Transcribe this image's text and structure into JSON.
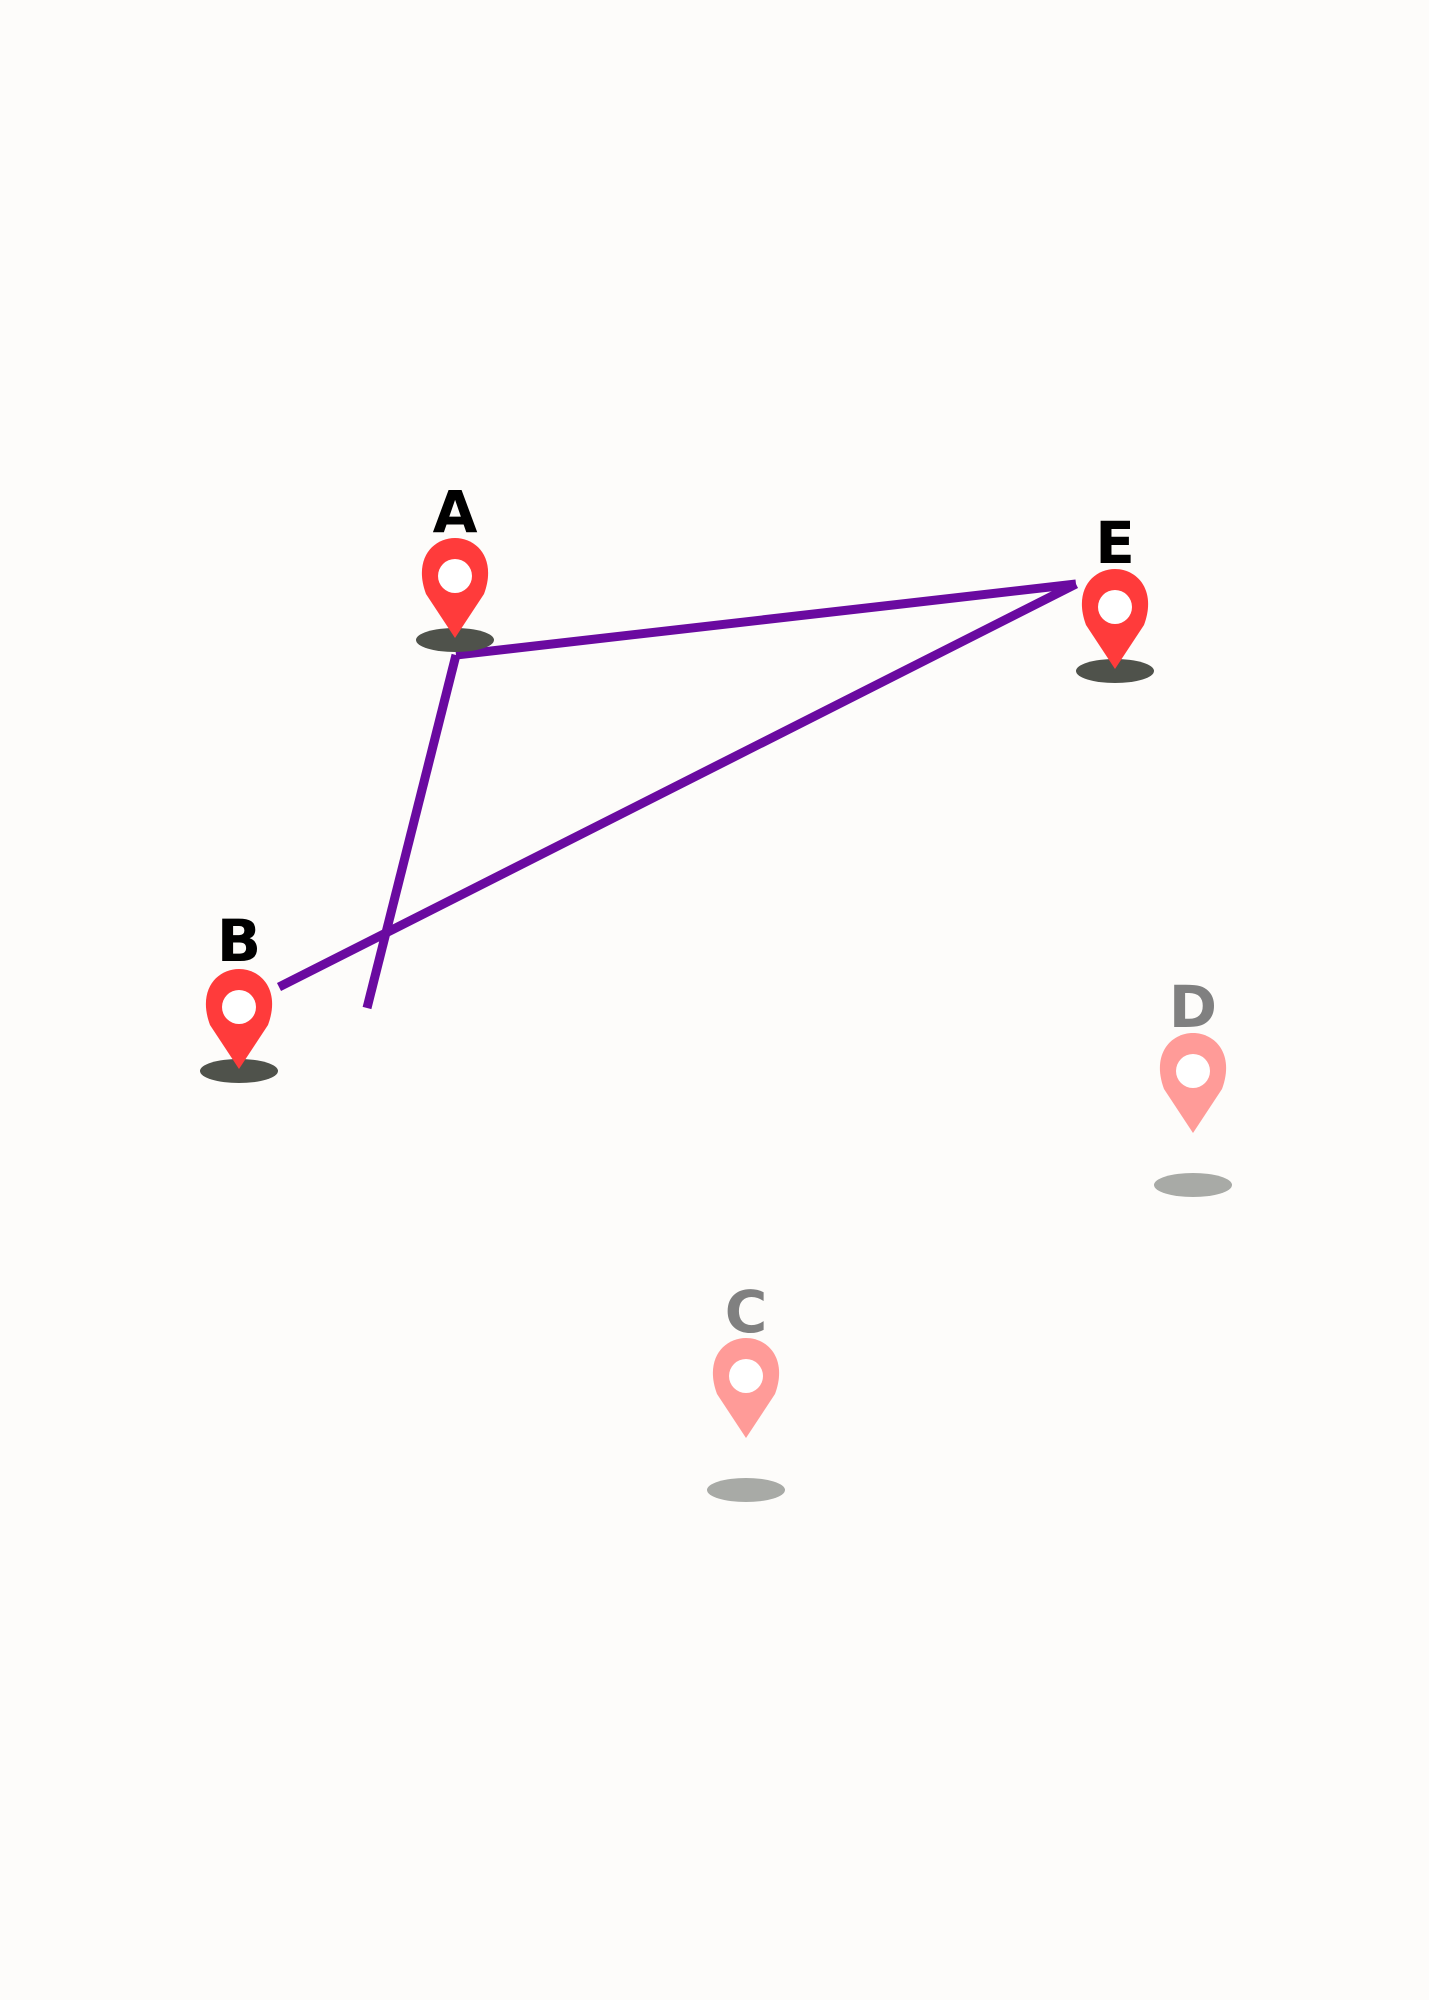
{
  "colors": {
    "background": "#fdfcfa",
    "route": "#6a0aa0",
    "pin_active": "#ff3b3b",
    "pin_inactive": "#ff9b98",
    "shadow_active": "#4f524b",
    "shadow_inactive": "#a8aaa6",
    "label_active": "#000000",
    "label_inactive": "#808080"
  },
  "icons": {
    "pin": "map-pin-icon",
    "shadow": "pin-shadow"
  },
  "pins": [
    {
      "id": "A",
      "label": "A",
      "active": true
    },
    {
      "id": "E",
      "label": "E",
      "active": true
    },
    {
      "id": "B",
      "label": "B",
      "active": true
    },
    {
      "id": "D",
      "label": "D",
      "active": false
    },
    {
      "id": "C",
      "label": "C",
      "active": false
    }
  ],
  "route": {
    "segments": [
      {
        "from": "E",
        "to": "A"
      },
      {
        "from": "A",
        "to": "B"
      },
      {
        "from": "E",
        "to": "B"
      }
    ]
  }
}
